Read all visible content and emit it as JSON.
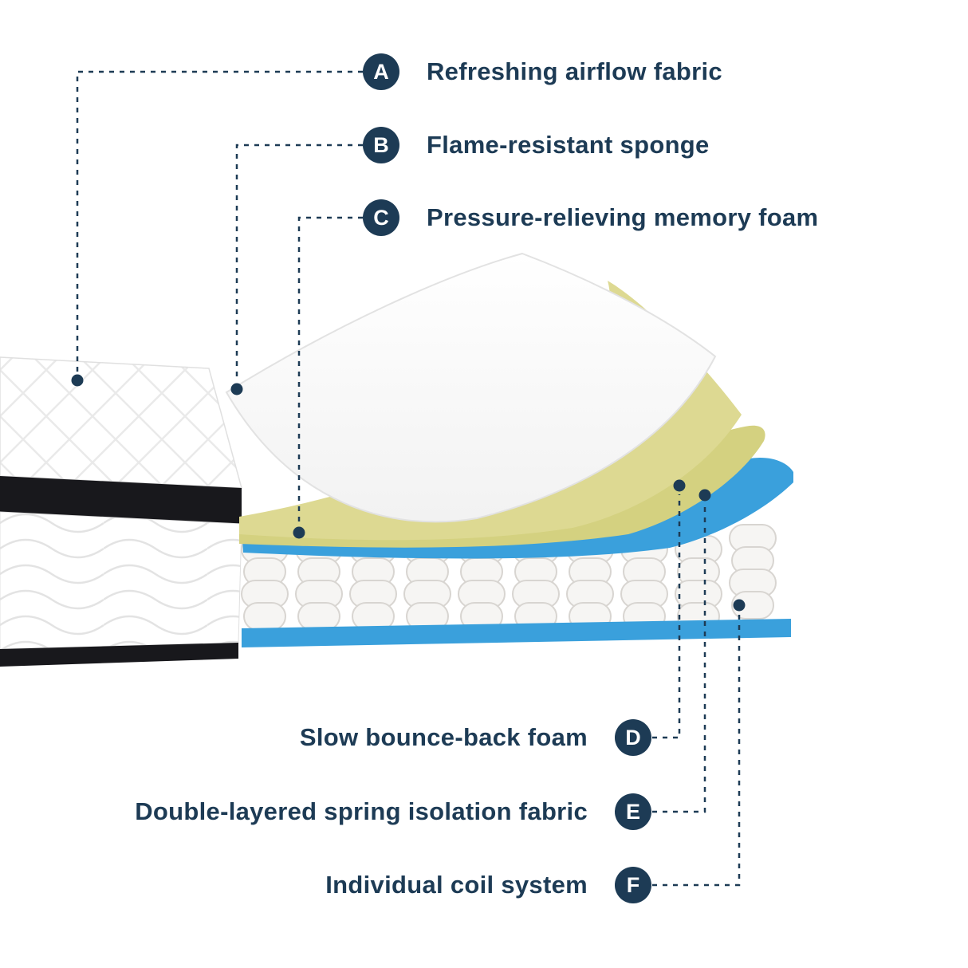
{
  "diagram": {
    "subject": "mattress-layer-cutaway",
    "callouts": [
      {
        "id": "A",
        "label": "Refreshing airflow fabric"
      },
      {
        "id": "B",
        "label": "Flame-resistant sponge"
      },
      {
        "id": "C",
        "label": "Pressure-relieving memory foam"
      },
      {
        "id": "D",
        "label": "Slow bounce-back foam"
      },
      {
        "id": "E",
        "label": "Double-layered spring isolation fabric"
      },
      {
        "id": "F",
        "label": "Individual coil system"
      }
    ],
    "colors": {
      "accent_navy": "#1d3b55",
      "foam_yellow": "#d9d68c",
      "fabric_blue": "#3aa0dc",
      "trim_black": "#18181c",
      "coil_gray": "#d8d5d1"
    }
  }
}
